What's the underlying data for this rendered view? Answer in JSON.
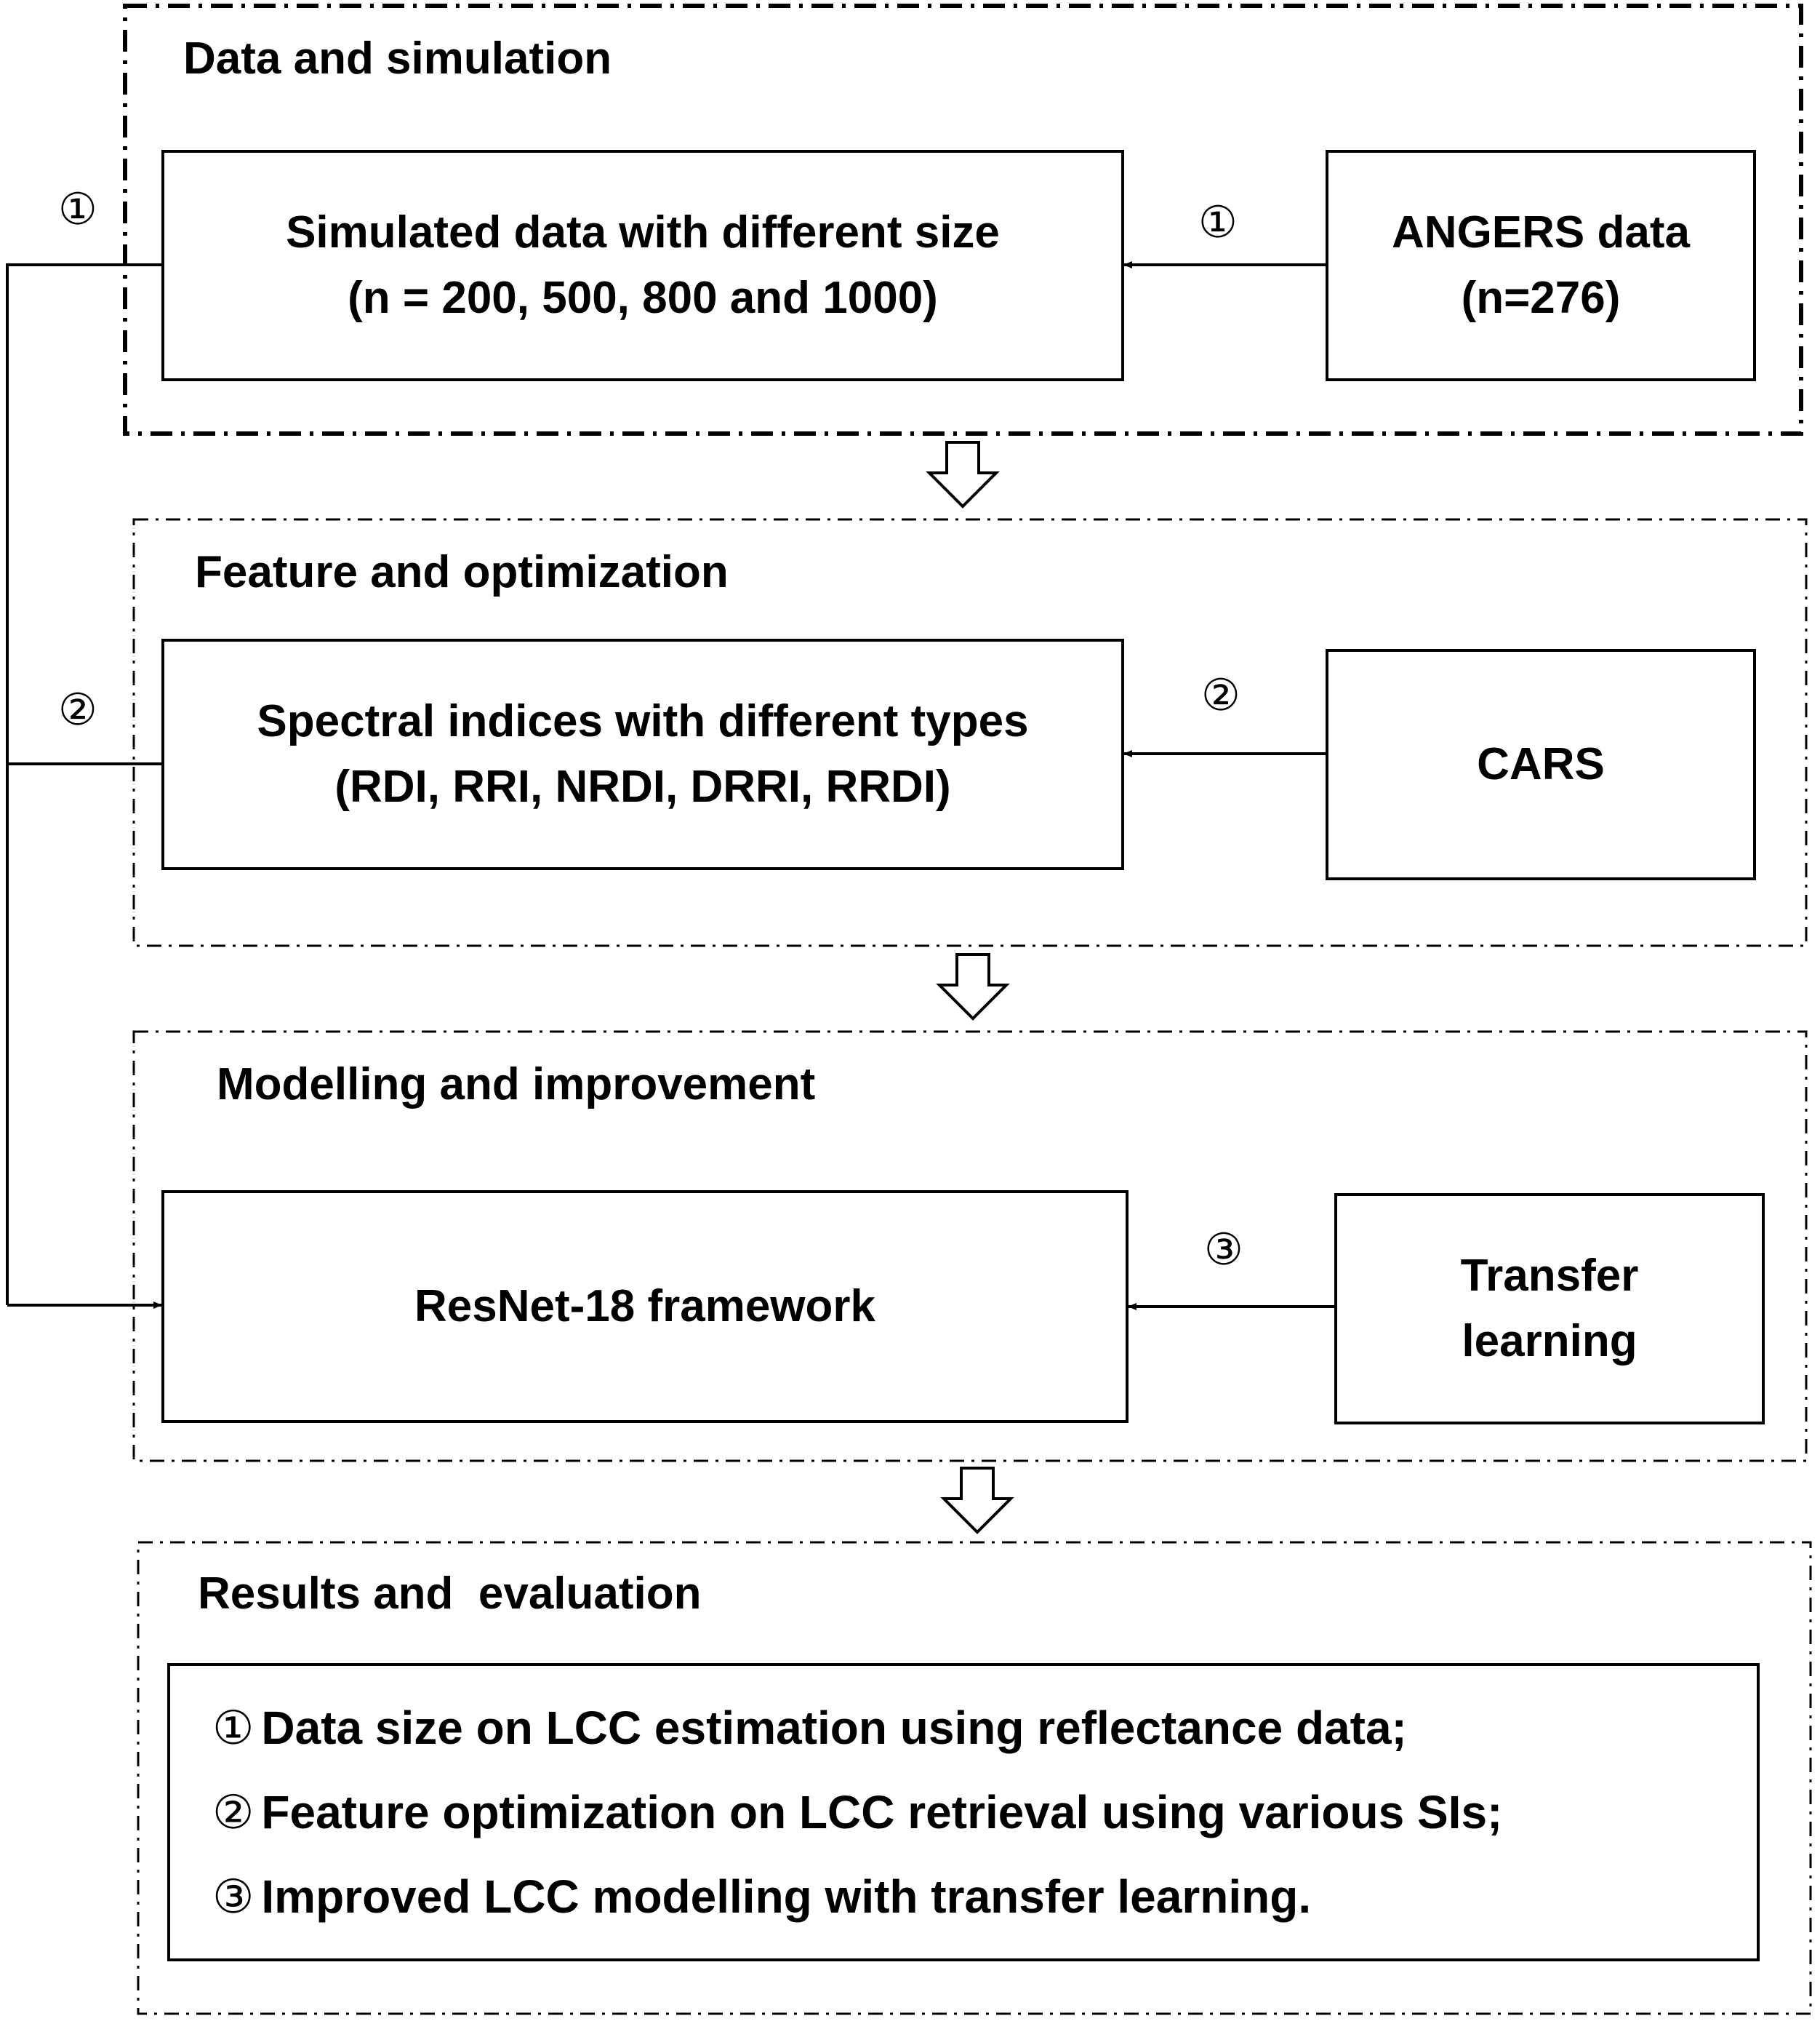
{
  "sections": [
    {
      "title": "Data and simulation"
    },
    {
      "title": "Feature and optimization"
    },
    {
      "title": "Modelling and improvement"
    },
    {
      "title": "Results and  evaluation"
    }
  ],
  "boxes": {
    "simulated": {
      "line1": "Simulated data with different size",
      "line2": "(n = 200, 500, 800 and 1000)"
    },
    "angers": {
      "line1": "ANGERS data",
      "line2": "(n=276)"
    },
    "spectral": {
      "line1": "Spectral indices with different types",
      "line2": "(RDI, RRI, NRDI, DRRI, RRDI)"
    },
    "cars": {
      "line1": "CARS"
    },
    "resnet": {
      "line1": "ResNet-18 framework"
    },
    "transfer": {
      "line1": "Transfer",
      "line2": "learning"
    }
  },
  "markers": {
    "one": "①",
    "two": "②",
    "three": "③"
  },
  "results": [
    {
      "marker": "①",
      "text": "Data size on LCC estimation using reflectance data;"
    },
    {
      "marker": "②",
      "text": "Feature optimization on LCC retrieval using various SIs;"
    },
    {
      "marker": "③",
      "text": "Improved LCC modelling with transfer learning."
    }
  ]
}
